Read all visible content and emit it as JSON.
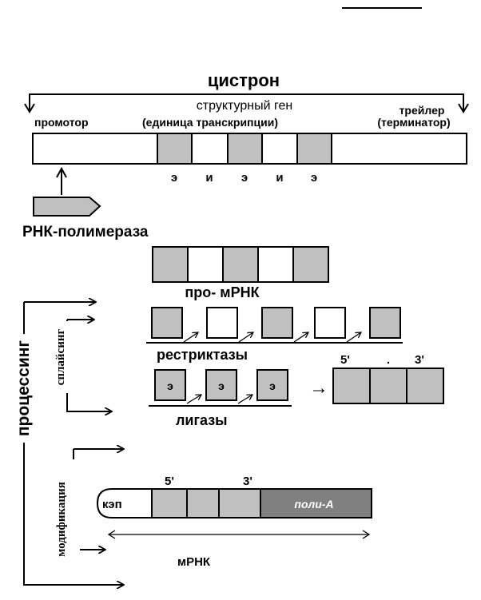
{
  "cistron": {
    "title": "цистрон",
    "promoter": "промотор",
    "structural_gene_line1": "структурный ген",
    "structural_gene_line2": "(единица транскрипции)",
    "trailer_line1": "трейлер",
    "trailer_line2": "(терминатор)",
    "segment_labels": [
      "э",
      "и",
      "э",
      "и",
      "э"
    ]
  },
  "polymerase": {
    "label": "РНК-полимераза"
  },
  "pro_mrna": {
    "label": "про- мРНК"
  },
  "processing": {
    "label": "процессинг",
    "splicing_label": "сплайсинг",
    "modification_label": "модификация",
    "restrictases_label": "рестриктазы",
    "ligases_label": "лигазы",
    "exon_label": "э",
    "arrow": "→",
    "result_5prime": "5'",
    "result_3prime": "3'"
  },
  "mrna": {
    "cap_label": "кэп",
    "five_prime": "5'",
    "three_prime": "3'",
    "poly_a_label": "поли-А",
    "label": "мРНК"
  },
  "colors": {
    "exon": "#c0c0c0",
    "poly_a": "#808080",
    "line": "#000000"
  }
}
